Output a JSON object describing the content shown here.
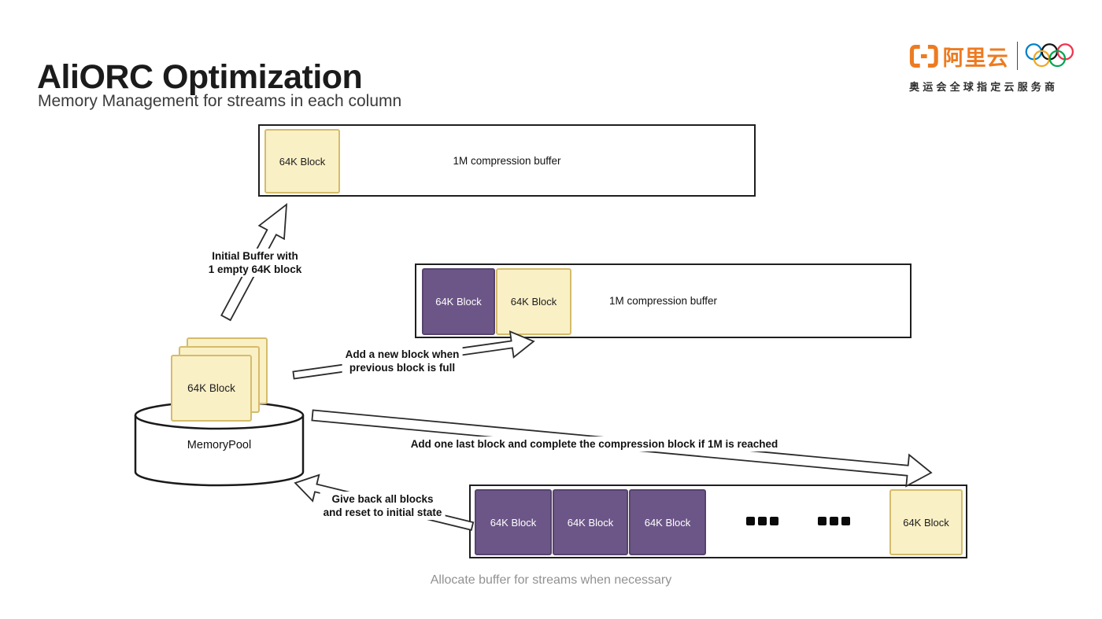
{
  "header": {
    "title": "AliORC Optimization",
    "subtitle": "Memory Management for streams in each column"
  },
  "logo": {
    "brand": "阿里云",
    "tagline": "奥运会全球指定云服务商",
    "brand_color": "#ED7B21",
    "olympic_ring_colors": [
      "#0081C8",
      "#151515",
      "#EE334E",
      "#F0A826",
      "#00A651"
    ]
  },
  "diagram": {
    "memory_pool_label": "MemoryPool",
    "pool_stack_block_label": "64K Block",
    "buffers": [
      {
        "name": "initial buffer",
        "label": "1M compression buffer",
        "blocks": [
          {
            "label": "64K Block",
            "state": "empty"
          }
        ]
      },
      {
        "name": "growing buffer",
        "label": "1M compression buffer",
        "blocks": [
          {
            "label": "64K Block",
            "state": "full"
          },
          {
            "label": "64K Block",
            "state": "empty"
          }
        ]
      },
      {
        "name": "completed buffer",
        "label": "",
        "blocks": [
          {
            "label": "64K Block",
            "state": "full"
          },
          {
            "label": "64K Block",
            "state": "full"
          },
          {
            "label": "64K Block",
            "state": "full"
          },
          {
            "label": "64K Block",
            "state": "empty"
          }
        ]
      }
    ],
    "annotations": [
      {
        "line1": "Initial Buffer with",
        "line2": "1 empty 64K block"
      },
      {
        "line1": "Add a new block when",
        "line2": "previous block is full"
      },
      {
        "line1": "Add one last block and complete the compression block if 1M is reached",
        "line2": ""
      },
      {
        "line1": "Give back all blocks",
        "line2": "and reset to initial state"
      }
    ],
    "caption": "Allocate buffer for streams when necessary",
    "colors": {
      "empty_block_fill": "#FAF0C6",
      "empty_block_border": "#D5BC6B",
      "full_block_fill": "#6C5687",
      "full_block_border": "#56436D"
    }
  }
}
